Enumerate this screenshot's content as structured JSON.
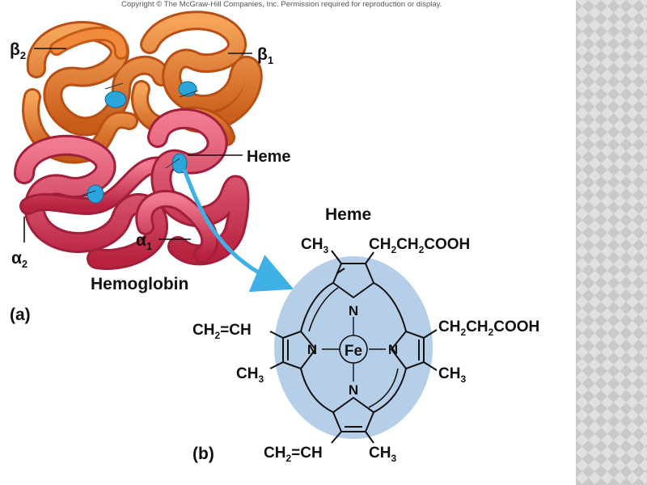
{
  "copyright": "Copyright © The McGraw-Hill Companies, Inc. Permission required for reproduction or display.",
  "hemoglobin": {
    "beta2": {
      "sym": "β",
      "sub": "2"
    },
    "beta1": {
      "sym": "β",
      "sub": "1"
    },
    "alpha2": {
      "sym": "α",
      "sub": "2"
    },
    "alpha1": {
      "sym": "α",
      "sub": "1"
    },
    "heme_label": "Heme",
    "name": "Hemoglobin",
    "panel_label": "(a)"
  },
  "heme_molecule": {
    "title": "Heme",
    "panel_label": "(b)",
    "center_atom": "Fe",
    "nitrogen": "N",
    "substituents": {
      "top_left_ch": "CH",
      "top_left_sub": "3",
      "top_right_a": "CH",
      "top_right_s1": "2",
      "top_right_b": "CH",
      "top_right_s2": "2",
      "top_right_c": "COOH",
      "right_a": "CH",
      "right_s1": "2",
      "right_b": "CH",
      "right_s2": "2",
      "right_c": "COOH",
      "right_lower_ch": "CH",
      "right_lower_sub": "3",
      "left_a": "CH",
      "left_s1": "2",
      "left_b": "=CH",
      "left_lower_ch": "CH",
      "left_lower_sub": "3",
      "bottom_left_a": "CH",
      "bottom_left_s1": "2",
      "bottom_left_b": "=CH",
      "bottom_right_ch": "CH",
      "bottom_right_sub": "3"
    }
  },
  "colors": {
    "beta_chain": "#e8782a",
    "beta_chain_dark": "#b94f14",
    "alpha_chain": "#dc3a57",
    "alpha_chain_dark": "#a11f3a",
    "heme_blue": "#2aa6dc",
    "disc_fill": "#b6cfe8",
    "arrow": "#3fb1e6"
  }
}
